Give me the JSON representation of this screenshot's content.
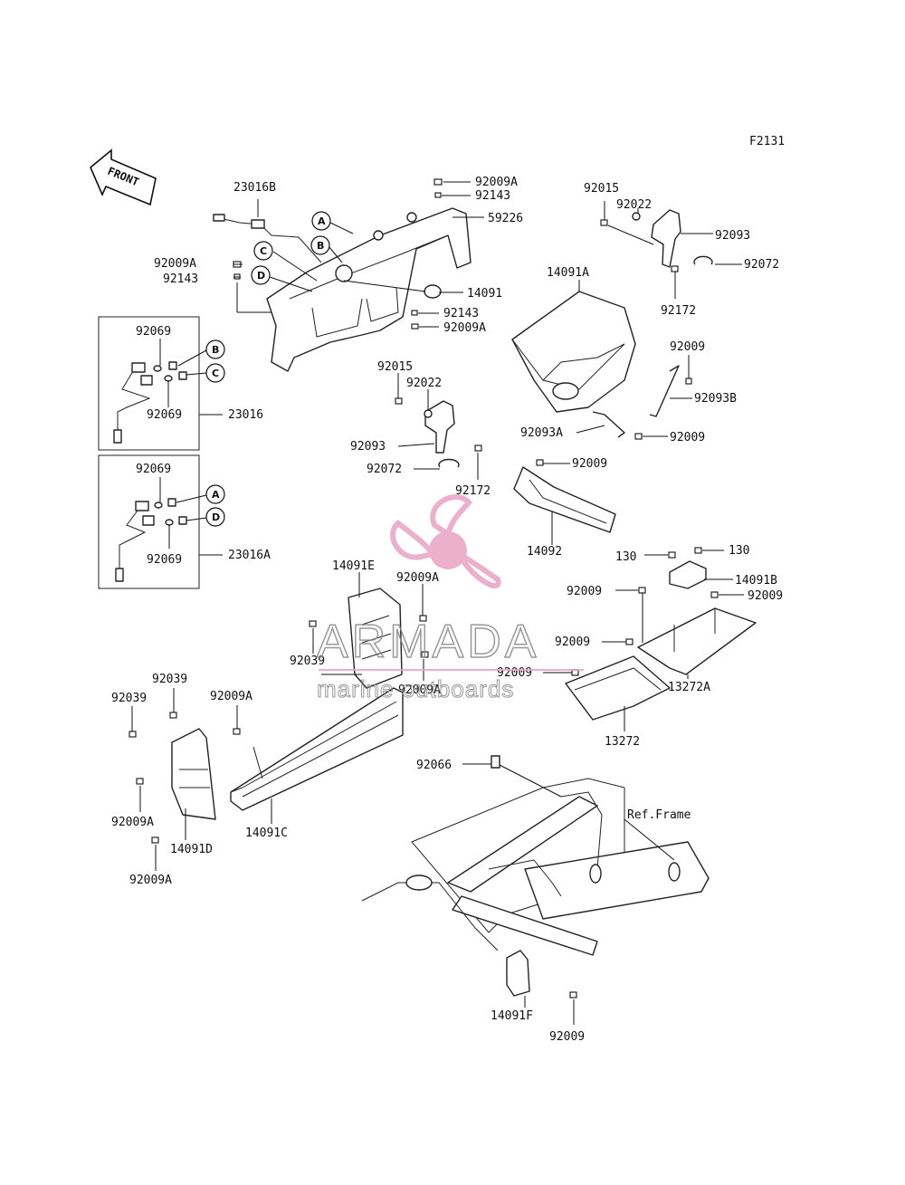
{
  "figure_code": "F2131",
  "front_arrow": "FRONT",
  "ref_frame": "Ref.Frame",
  "watermark": {
    "brand": "ARMADA",
    "sub": "marine outboards",
    "color": "#e8a3c2"
  },
  "labels": {
    "l_92009A_top": "92009A",
    "l_92143_top": "92143",
    "l_59226": "59226",
    "l_23016B": "23016B",
    "l_92009A_left": "92009A",
    "l_92143_left": "92143",
    "l_14091": "14091",
    "l_92143_mid": "92143",
    "l_92009A_mid": "92009A",
    "l_92015_tr": "92015",
    "l_92022_tr": "92022",
    "l_92093_tr": "92093",
    "l_92072_tr": "92072",
    "l_92172_tr": "92172",
    "l_14091A": "14091A",
    "l_92009_r1": "92009",
    "l_92093B": "92093B",
    "l_92093A": "92093A",
    "l_92009_r2": "92009",
    "l_92069_a": "92069",
    "l_92069_b": "92069",
    "l_23016": "23016",
    "l_92069_c": "92069",
    "l_92069_d": "92069",
    "l_23016A": "23016A",
    "l_92015_c": "92015",
    "l_92022_c": "92022",
    "l_92093_c": "92093",
    "l_92072_c": "92072",
    "l_92172_c": "92172",
    "l_92009_c": "92009",
    "l_14092": "14092",
    "l_130_a": "130",
    "l_130_b": "130",
    "l_14091B": "14091B",
    "l_92009_r3": "92009",
    "l_92009_r4": "92009",
    "l_92009_r5": "92009",
    "l_92009_r6": "92009",
    "l_13272": "13272",
    "l_13272A": "13272A",
    "l_14091E": "14091E",
    "l_92009A_e": "92009A",
    "l_92039_e": "92039",
    "l_92009A_e2": "92009A",
    "l_92039_l1": "92039",
    "l_92039_l2": "92039",
    "l_92009A_l": "92009A",
    "l_92009A_l2": "92009A",
    "l_14091D": "14091D",
    "l_14091C": "14091C",
    "l_92009A_l3": "92009A",
    "l_92066": "92066",
    "l_14091F": "14091F",
    "l_92009_b": "92009"
  },
  "callouts": [
    "A",
    "B",
    "C",
    "D"
  ]
}
